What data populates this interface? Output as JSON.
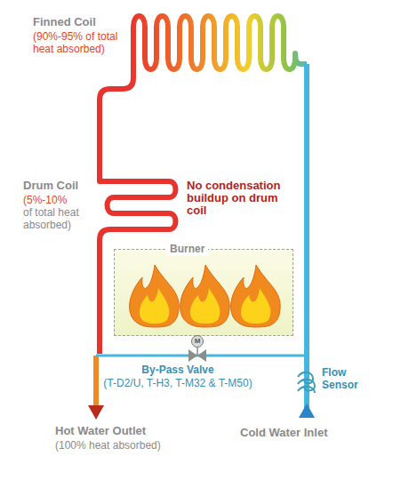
{
  "diagram": {
    "nodes": [
      {
        "text": [
          "Burner"
        ]
      },
      {
        "text": [
          "M"
        ]
      }
    ],
    "labels": [
      "Finned Coil",
      "(90%-95% of total heat absorbed)",
      "Drum Coil",
      "(5%-10%",
      "of total heat absorbed)",
      "No condensation buildup on drum coil",
      "By-Pass Valve",
      "(T-D2/U, T-H3, T-M32 & T-M50)",
      "Flow Sensor",
      "Hot Water Outlet",
      "(100% heat absorbed)",
      "Cold Water Inlet"
    ]
  }
}
